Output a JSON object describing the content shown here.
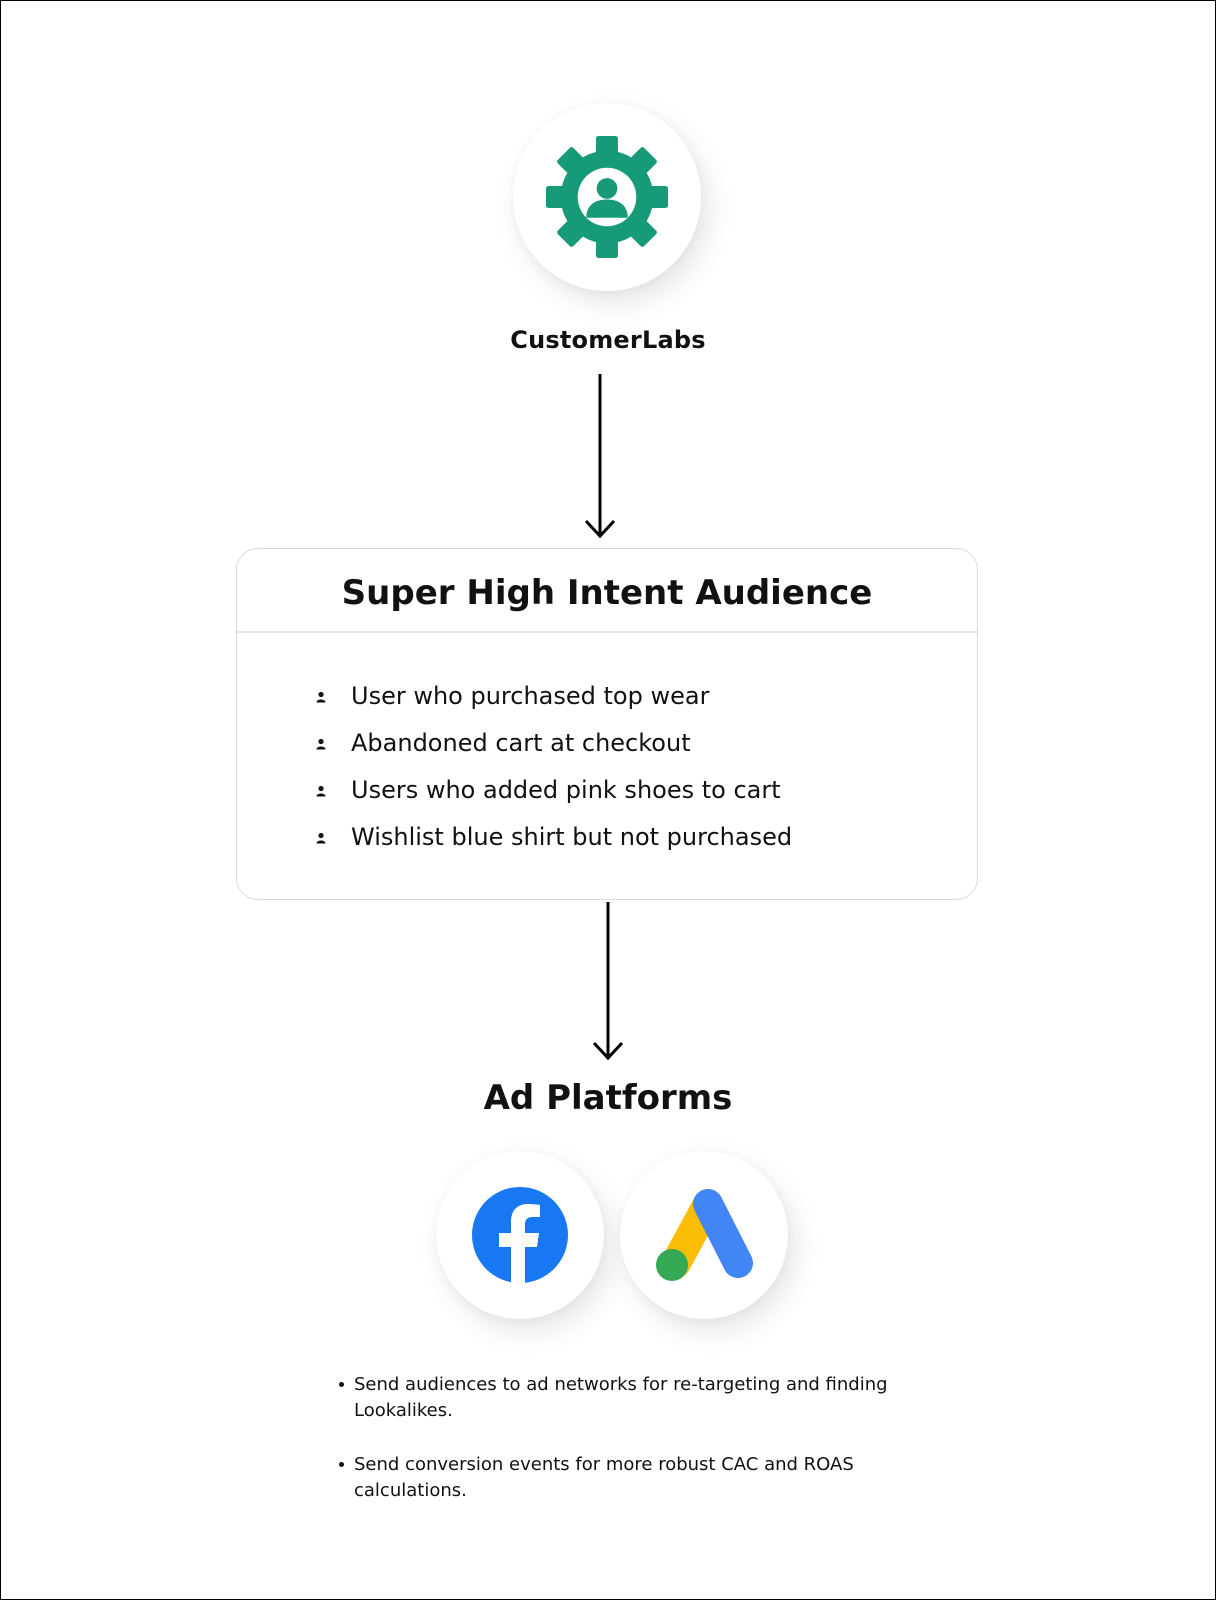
{
  "brand": {
    "name": "CustomerLabs",
    "icon": "gear-user-icon",
    "color": "#179A78"
  },
  "audience_card": {
    "title": "Super High Intent Audience",
    "items": [
      {
        "label": "User who purchased top wear",
        "icon": "person-icon"
      },
      {
        "label": "Abandoned cart at checkout",
        "icon": "person-icon"
      },
      {
        "label": "Users who added pink shoes to cart",
        "icon": "person-icon"
      },
      {
        "label": "Wishlist blue shirt but not purchased",
        "icon": "person-icon"
      }
    ]
  },
  "ad_platforms": {
    "title": "Ad Platforms",
    "logos": [
      {
        "icon": "facebook-logo-icon",
        "color": "#1877F2"
      },
      {
        "icon": "google-ads-logo-icon",
        "colors": [
          "#FBBC04",
          "#4285F4",
          "#34A853"
        ]
      }
    ]
  },
  "notes": [
    "Send audiences to ad networks for re-targeting and finding Lookalikes.",
    "Send conversion events for more robust CAC and ROAS calculations."
  ]
}
